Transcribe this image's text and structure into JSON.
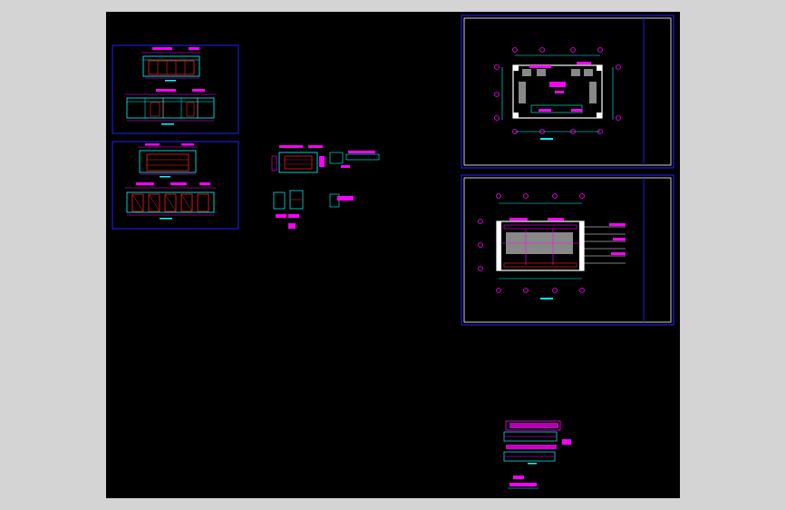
{
  "viewport": {
    "background": "#d4d4d4",
    "model_space_color": "#000000"
  },
  "colors": {
    "frame": "#2222ff",
    "linework": "#00ffff",
    "annotation": "#ff00ff",
    "highlight": "#ff2020",
    "text": "#ffffff",
    "fill": "#888888"
  },
  "sheets": [
    {
      "id": "elevation-set-a",
      "content": "elevations"
    },
    {
      "id": "elevation-set-b",
      "content": "elevations"
    },
    {
      "id": "floor-plan",
      "content": "plan"
    },
    {
      "id": "ceiling-plan",
      "content": "plan"
    }
  ],
  "detail_groups": [
    {
      "id": "loose-details-middle",
      "content": "details"
    },
    {
      "id": "loose-details-bottom",
      "content": "details"
    }
  ]
}
